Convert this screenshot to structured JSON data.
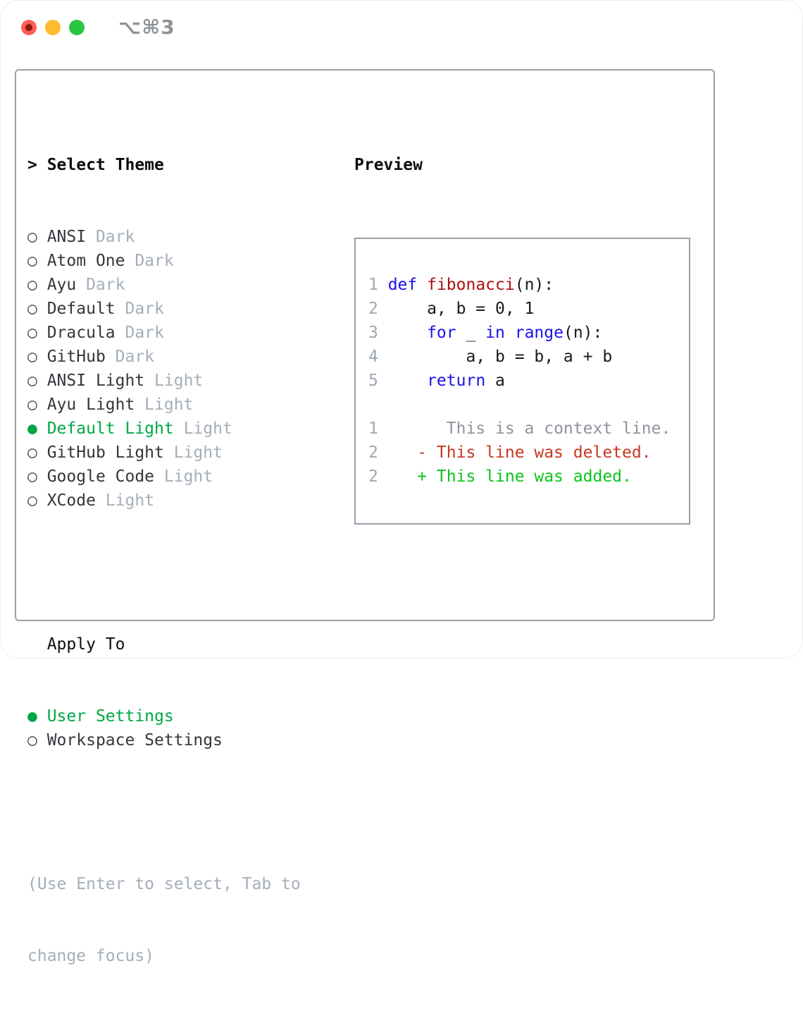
{
  "window": {
    "title": "⌥⌘3"
  },
  "titlebar_buttons": {
    "close": "close",
    "minimize": "minimize",
    "zoom": "zoom"
  },
  "theme_selector": {
    "header_prefix": "> ",
    "header": "Select Theme",
    "items": [
      {
        "name": "ANSI",
        "variant": "Dark",
        "selected": false
      },
      {
        "name": "Atom One",
        "variant": "Dark",
        "selected": false
      },
      {
        "name": "Ayu",
        "variant": "Dark",
        "selected": false
      },
      {
        "name": "Default",
        "variant": "Dark",
        "selected": false
      },
      {
        "name": "Dracula",
        "variant": "Dark",
        "selected": false
      },
      {
        "name": "GitHub",
        "variant": "Dark",
        "selected": false
      },
      {
        "name": "ANSI Light",
        "variant": "Light",
        "selected": false
      },
      {
        "name": "Ayu Light",
        "variant": "Light",
        "selected": false
      },
      {
        "name": "Default Light",
        "variant": "Light",
        "selected": true
      },
      {
        "name": "GitHub Light",
        "variant": "Light",
        "selected": false
      },
      {
        "name": "Google Code",
        "variant": "Light",
        "selected": false
      },
      {
        "name": "XCode",
        "variant": "Light",
        "selected": false
      }
    ],
    "apply_to": {
      "header": "  Apply To",
      "options": [
        {
          "label": "User Settings",
          "selected": true
        },
        {
          "label": "Workspace Settings",
          "selected": false
        }
      ]
    },
    "hint_line1": "(Use Enter to select, Tab to",
    "hint_line2": "change focus)"
  },
  "preview": {
    "header": "Preview",
    "lines": [
      {
        "num": "1",
        "tokens": [
          {
            "c": "kw",
            "t": "def"
          },
          {
            "c": "p",
            "t": " "
          },
          {
            "c": "fn",
            "t": "fibonacci"
          },
          {
            "c": "p",
            "t": "(n):"
          }
        ]
      },
      {
        "num": "2",
        "tokens": [
          {
            "c": "p",
            "t": "    a, b = 0, 1"
          }
        ]
      },
      {
        "num": "3",
        "tokens": [
          {
            "c": "p",
            "t": "    "
          },
          {
            "c": "kw",
            "t": "for"
          },
          {
            "c": "p",
            "t": " _ "
          },
          {
            "c": "kw",
            "t": "in"
          },
          {
            "c": "p",
            "t": " "
          },
          {
            "c": "kw",
            "t": "range"
          },
          {
            "c": "p",
            "t": "(n):"
          }
        ]
      },
      {
        "num": "4",
        "tokens": [
          {
            "c": "p",
            "t": "        a, b = b, a + b"
          }
        ]
      },
      {
        "num": "5",
        "tokens": [
          {
            "c": "p",
            "t": "    "
          },
          {
            "c": "kw",
            "t": "return"
          },
          {
            "c": "p",
            "t": " a"
          }
        ]
      },
      {
        "num": "",
        "tokens": []
      },
      {
        "num": "1",
        "tokens": [
          {
            "c": "ctx",
            "t": "      This is a context line."
          }
        ]
      },
      {
        "num": "2",
        "tokens": [
          {
            "c": "del",
            "t": "   - This line was deleted."
          }
        ]
      },
      {
        "num": "2",
        "tokens": [
          {
            "c": "add",
            "t": "   + This line was added."
          }
        ]
      }
    ]
  },
  "colors": {
    "accent_green_selected": "#00a844",
    "diff_added_green": "#0cc41c",
    "diff_deleted_red": "#c73722",
    "keyword_blue": "#1b13e8",
    "function_dark_red": "#ad1212",
    "muted_gray": "#a5aeb9",
    "line_number_gray": "#9ca6b4",
    "panel_border": "#99a1ab",
    "traffic_red": "#ff5f57",
    "traffic_yellow": "#fdbc2e",
    "traffic_green": "#29c740"
  }
}
